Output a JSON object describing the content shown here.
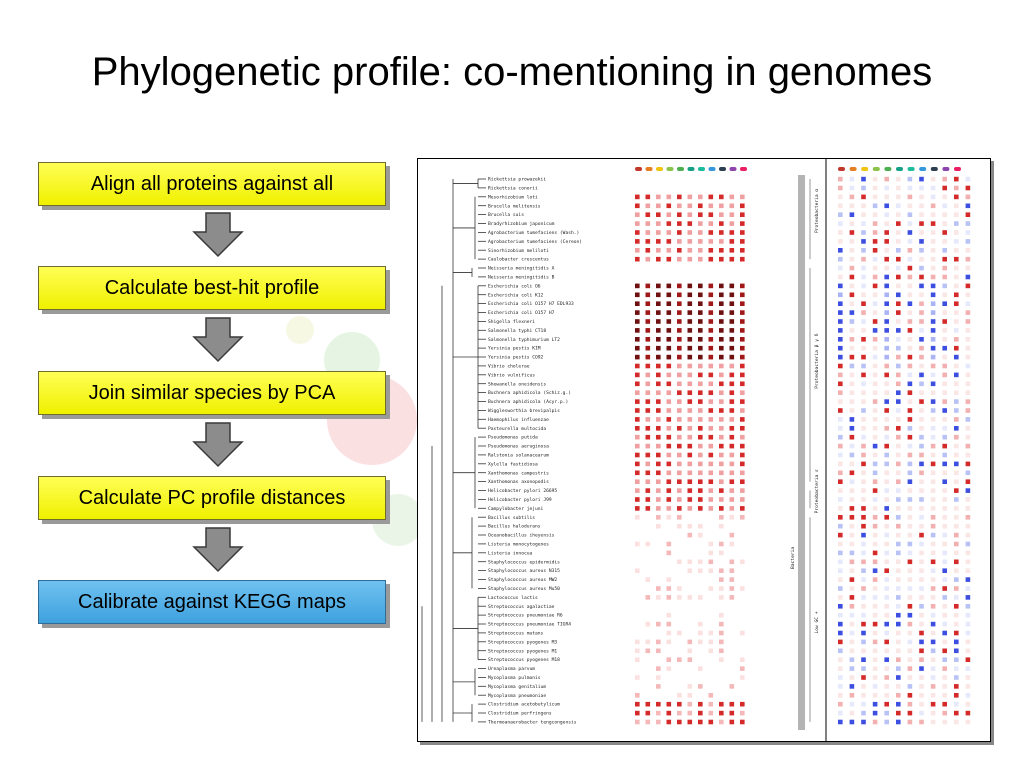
{
  "slide": {
    "title": "Phylogenetic profile: co-mentioning in genomes"
  },
  "steps": [
    {
      "label": "Align all proteins against all",
      "style": "yellow"
    },
    {
      "label": "Calculate best-hit profile",
      "style": "yellow"
    },
    {
      "label": "Join similar species by PCA",
      "style": "yellow"
    },
    {
      "label": "Calculate PC profile distances",
      "style": "yellow"
    },
    {
      "label": "Calibrate against KEGG maps",
      "style": "blue"
    }
  ],
  "figure": {
    "species": [
      "Rickettsia prowazekii",
      "Rickettsia conorii",
      "Mesorhizobium loti",
      "Brucella melitensis",
      "Brucella suis",
      "Bradyrhizobium japonicum",
      "Agrobacterium tumefaciens (Wash.)",
      "Agrobacterium tumefaciens (Cereon)",
      "Sinorhizobium meliloti",
      "Caulobacter crescentus",
      "Neisseria meningitidis A",
      "Neisseria meningitidis B",
      "Escherichia coli O6",
      "Escherichia coli K12",
      "Escherichia coli O157 H7 EDL933",
      "Escherichia coli O157 H7",
      "Shigella flexneri",
      "Salmonella typhi CT18",
      "Salmonella typhimurium LT2",
      "Yersinia pestis KIM",
      "Yersinia pestis CO92",
      "Vibrio cholerae",
      "Vibrio vulnificus",
      "Shewanella oneidensis",
      "Buchnera aphidicola (Schiz.g.)",
      "Buchnera aphidicola (Acyr.p.)",
      "Wigglesworthia brevipalpis",
      "Haemophilus influenzae",
      "Pasteurella multocida",
      "Pseudomonas putida",
      "Pseudomonas aeruginosa",
      "Ralstonia solanacearum",
      "Xylella fastidiosa",
      "Xanthomonas campestris",
      "Xanthomonas axonopodis",
      "Helicobacter pylori 26695",
      "Helicobacter pylori J99",
      "Campylobacter jejuni",
      "Bacillus subtilis",
      "Bacillus halodurans",
      "Oceanobacillus iheyensis",
      "Listeria monocytogenes",
      "Listeria innocua",
      "Staphylococcus epidermidis",
      "Staphylococcus aureus N315",
      "Staphylococcus aureus MW2",
      "Staphylococcus aureus Mu50",
      "Lactococcus lactis",
      "Streptococcus agalactiae",
      "Streptococcus pneumoniae R6",
      "Streptococcus pneumoniae TIGR4",
      "Streptococcus mutans",
      "Streptococcus pyogenes M3",
      "Streptococcus pyogenes M1",
      "Streptococcus pyogenes M18",
      "Ureaplasma parvum",
      "Mycoplasma pulmonis",
      "Mycoplasma genitalium",
      "Mycoplasma pneumoniae",
      "Clostridium acetobutylicum",
      "Clostridium perfringens",
      "Thermoanaerobacter tengcongensis"
    ],
    "groups": [
      {
        "label": "Proteobacteria α"
      },
      {
        "label": "Proteobacteria β γ δ"
      },
      {
        "label": "Proteobacteria ε"
      },
      {
        "label": "Low GC +"
      }
    ],
    "kingdom_label": "Bacteria",
    "colors": {
      "red_strong": "#d42a2a",
      "red_dark": "#6e1010",
      "blue_strong": "#3c4fe0",
      "grey_bar": "#b4b4b4"
    }
  }
}
